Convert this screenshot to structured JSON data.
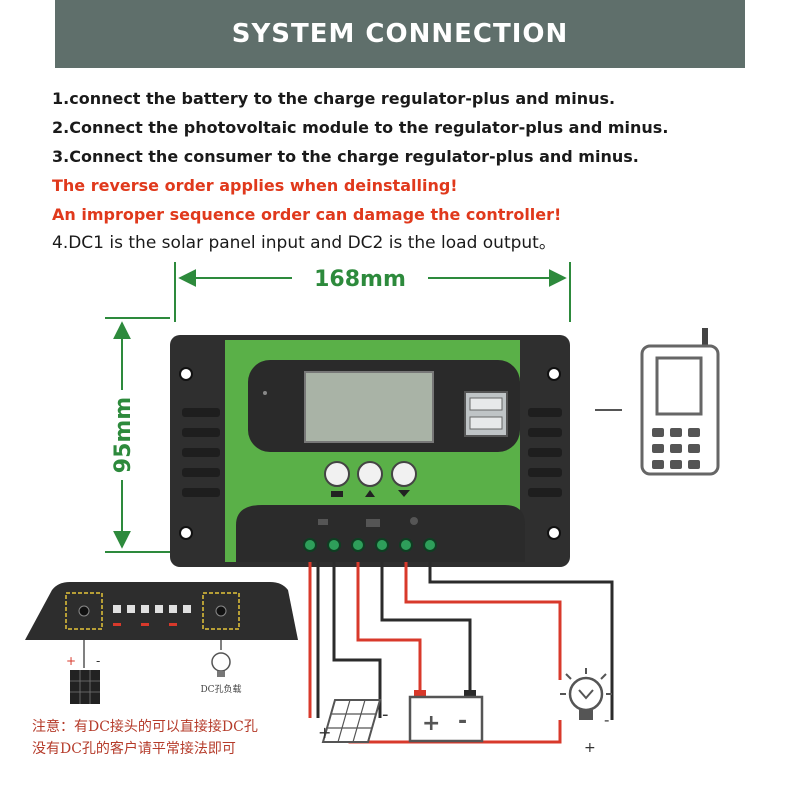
{
  "header": {
    "title": "SYSTEM CONNECTION"
  },
  "steps": [
    "1.connect the battery to the charge regulator-plus and minus.",
    "2.Connect the photovoltaic module to the regulator-plus and minus.",
    "3.Connect the consumer to the charge regulator-plus and minus."
  ],
  "warnings": [
    "The reverse order applies when deinstalling!",
    "An improper sequence order can damage the controller!"
  ],
  "dc_note": "4.DC1 is the solar panel input and DC2 is the load output。",
  "dimensions": {
    "width": "168mm",
    "height": "95mm"
  },
  "terminal_labels": {
    "plus": "+",
    "minus": "-"
  },
  "bottom_note": {
    "line1": "注意：有DC接头的可以直接接DC孔",
    "line2": "没有DC孔的客户请平常接法即可",
    "load_label": "DC孔负载"
  },
  "colors": {
    "green": "#5ab048",
    "dim": "#2d8a3c",
    "wire_red": "#d8392b",
    "wire_black": "#2b2b2b",
    "banner": "#5f6f6b",
    "warning": "#e0391c"
  },
  "icons": [
    "phone-icon",
    "solar-panel-icon",
    "battery-icon",
    "light-bulb-icon",
    "usb-port-icon"
  ]
}
